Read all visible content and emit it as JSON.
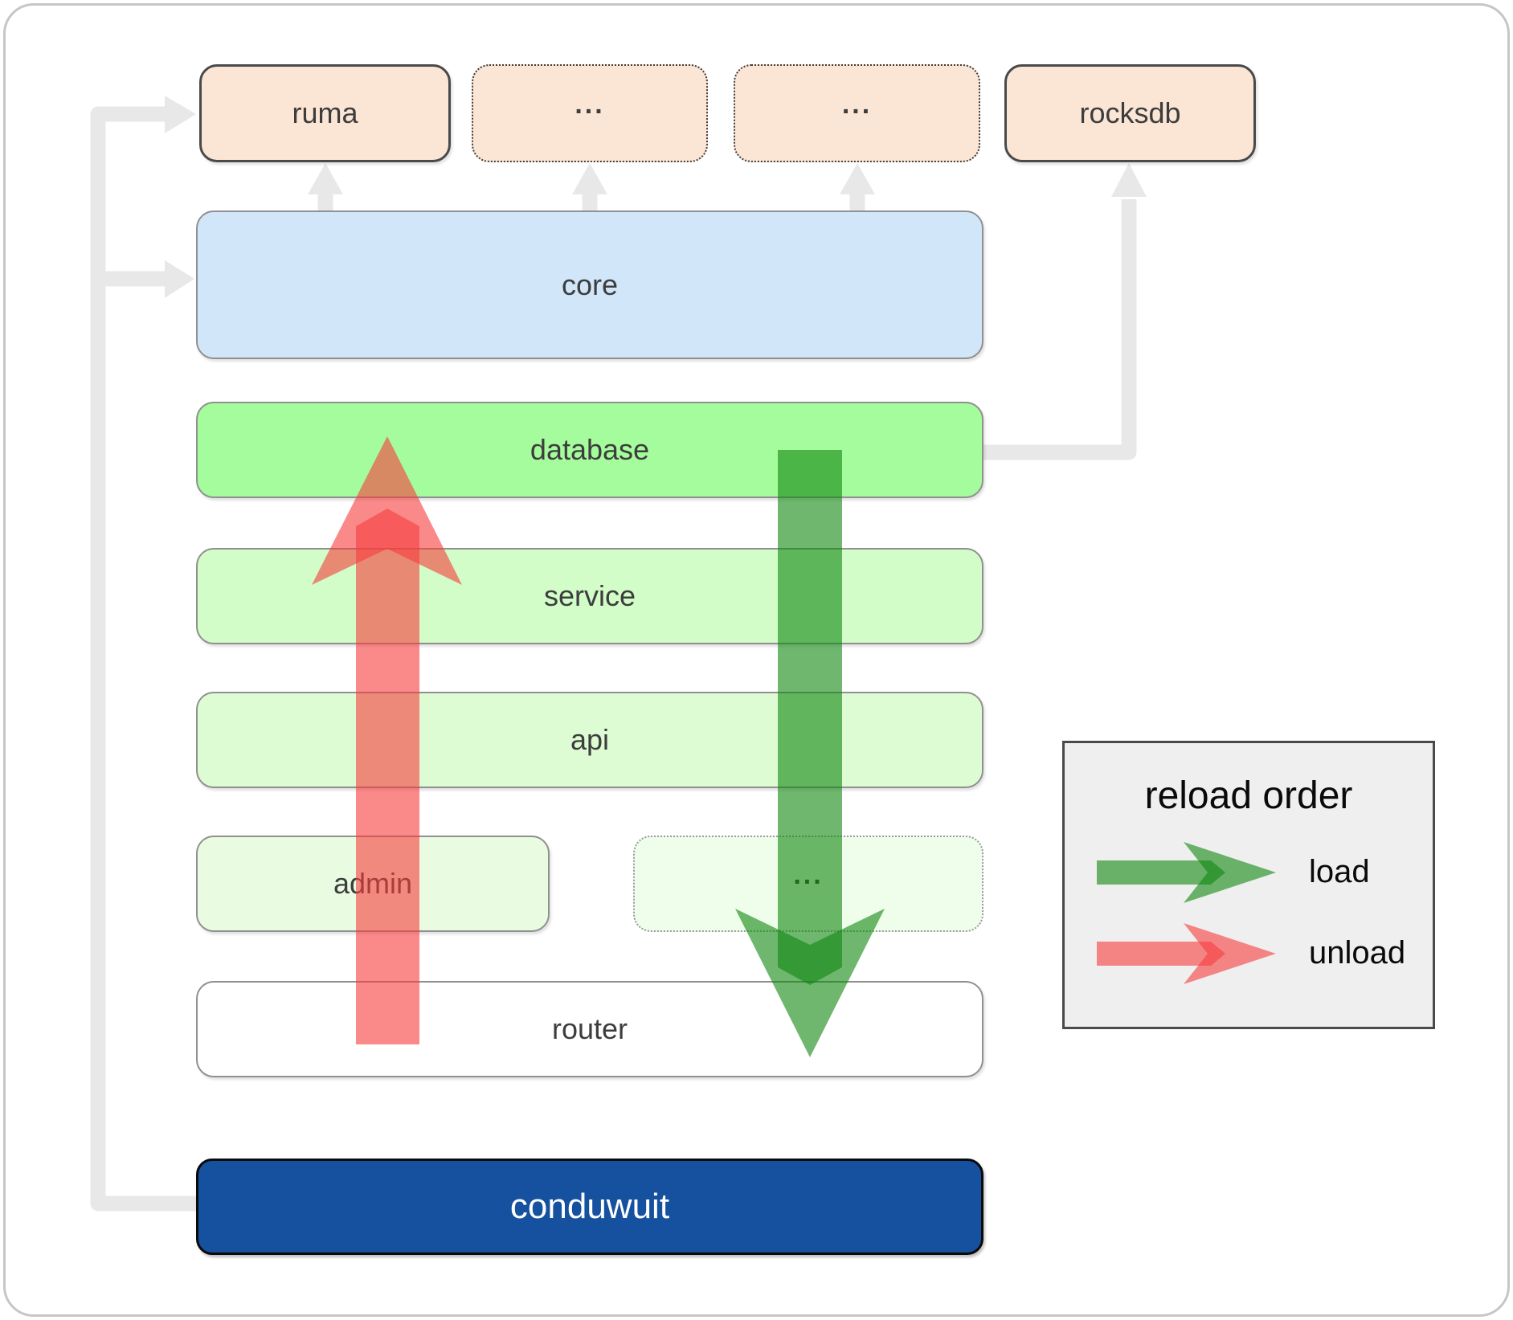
{
  "boxes": {
    "ruma": {
      "label": "ruma"
    },
    "ext_top_1": {
      "label": "..."
    },
    "ext_top_2": {
      "label": "..."
    },
    "rocksdb": {
      "label": "rocksdb"
    },
    "core": {
      "label": "core"
    },
    "database": {
      "label": "database"
    },
    "service": {
      "label": "service"
    },
    "api": {
      "label": "api"
    },
    "admin": {
      "label": "admin"
    },
    "ext_admin": {
      "label": "..."
    },
    "router": {
      "label": "router"
    },
    "conduwuit": {
      "label": "conduwuit"
    }
  },
  "legend": {
    "title": "reload order",
    "load_label": "load",
    "unload_label": "unload"
  },
  "colors": {
    "peach": "#fbe5d4",
    "blue": "#d2e6fa",
    "database_green": "#a5fc9c",
    "service_green": "#d2fcc8",
    "api_green": "#ddfcd3",
    "admin_green": "#e9fce1",
    "admin_ext_green": "#effdeb",
    "router_white": "#ffffff",
    "conduwuit_navy": "#15519e",
    "legend_bg": "#efefef",
    "connector_grey": "#e8e8e8",
    "border_dark": "#4a4a4a",
    "border_mid": "#909090",
    "text_dark": "#3d3d3d",
    "load_green": "#0F870F99",
    "unload_red": "#F73C3C99"
  }
}
